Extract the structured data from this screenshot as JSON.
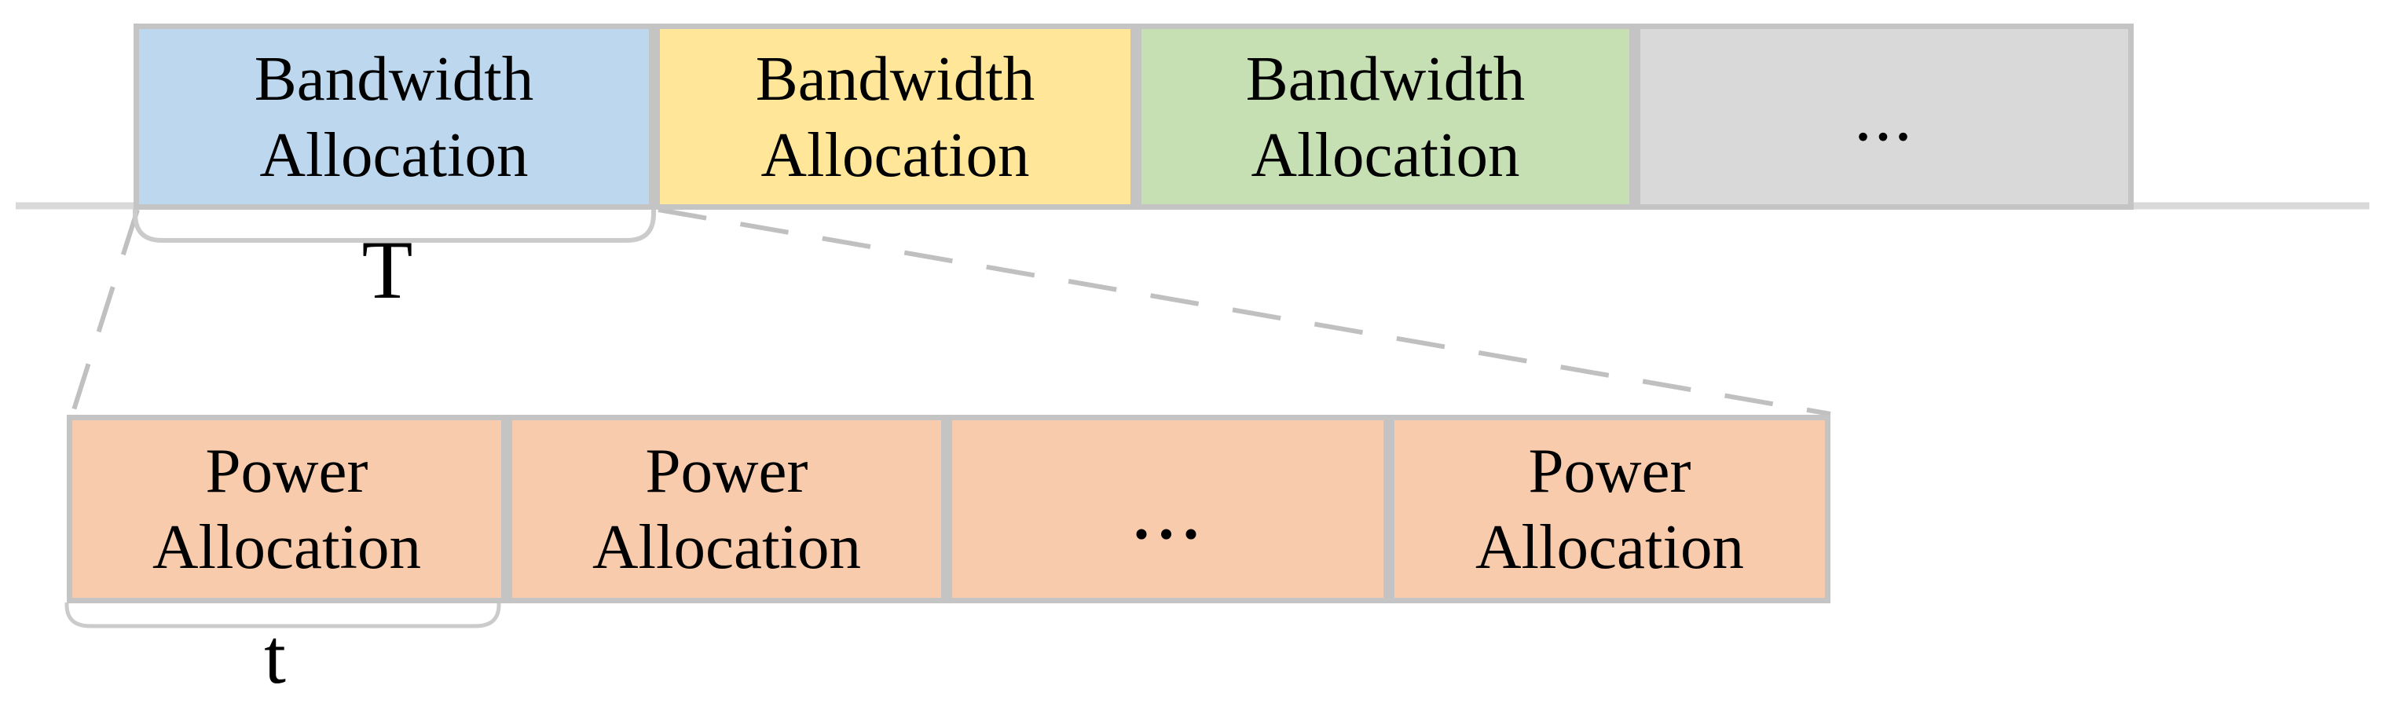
{
  "top_row": {
    "blocks": [
      {
        "line1": "Bandwidth",
        "line2": "Allocation",
        "fill": "#BDD7EE"
      },
      {
        "line1": "Bandwidth",
        "line2": "Allocation",
        "fill": "#FFE699"
      },
      {
        "line1": "Bandwidth",
        "line2": "Allocation",
        "fill": "#C6E0B4"
      },
      {
        "ellipsis": "...",
        "fill": "#D9D9D9"
      }
    ],
    "duration_label": "T"
  },
  "bottom_row": {
    "blocks": [
      {
        "line1": "Power",
        "line2": "Allocation",
        "fill": "#F8CBAD"
      },
      {
        "line1": "Power",
        "line2": "Allocation",
        "fill": "#F8CBAD"
      },
      {
        "ellipsis": "...",
        "fill": "#F8CBAD"
      },
      {
        "line1": "Power",
        "line2": "Allocation",
        "fill": "#F8CBAD"
      }
    ],
    "duration_label": "t"
  },
  "colors": {
    "block_border": "#C4C4C4",
    "timeline": "#D9D9D9",
    "dashed_line": "#C0C0C0",
    "brace": "#CBCBCB",
    "text": "#000000",
    "background": "#FFFFFF"
  }
}
